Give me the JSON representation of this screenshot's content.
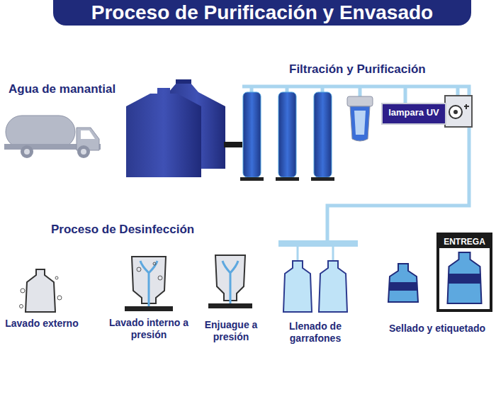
{
  "diagram": {
    "title": "Proceso de Purificación y Envasado",
    "nodes": [
      {
        "text": [
          "lampara UV"
        ]
      },
      {
        "text": [
          "ENTREGA"
        ]
      }
    ],
    "labels": [
      "Agua de manantial",
      "Filtración y Purificación",
      "Proceso de Desinfección",
      "Lavado externo",
      "Lavado interno a presión",
      "Enjuague a presión",
      "Llenado de garrafones",
      "Sellado y etiquetado"
    ]
  }
}
